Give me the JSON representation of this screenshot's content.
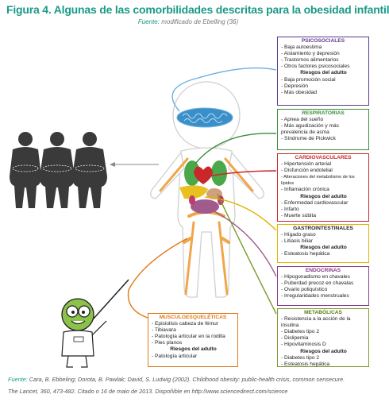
{
  "title": "Figura 4. Algunas de las comorbilidades descritas para la obesidad infantil",
  "subtitle": {
    "label": "Fuente:",
    "text": " modificado de Ebelling (36)"
  },
  "colors": {
    "psico": "#5a3a8c",
    "resp": "#3a8c3a",
    "cardio": "#c8282a",
    "gastro": "#e0b400",
    "endo": "#8a3a8c",
    "meta": "#7a9a2a",
    "musculo": "#e07a1a",
    "teal": "#1a9a86"
  },
  "boxes": {
    "psico": {
      "header": "PSICOSOCIALES",
      "items": [
        "Baja autoestima",
        "Aislamiento y depresión",
        "Trastornos alimentarios",
        "Otros factores psicosociales"
      ],
      "risk_label": "Riesgos del adulto",
      "risk_items": [
        "Baja promoción social",
        "Depresión",
        "Más obesidad"
      ]
    },
    "resp": {
      "header": "RESPIRATORIAS",
      "items": [
        "Apnea del sueño",
        "Más agudización y más prevalencia de asma",
        "Síndrome de Pickwick"
      ]
    },
    "cardio": {
      "header": "CARDIOVASCULARES",
      "items": [
        "Hipertensión arterial",
        "Disfunción endotelial",
        "Alteraciones del metabolismo de los lípidos",
        "Inflamación crónica"
      ],
      "risk_label": "Riesgos del adulto",
      "risk_items": [
        "Enfermedad cardiovascular",
        "Infarto",
        "Muerte súbita"
      ]
    },
    "gastro": {
      "header": "GASTROINTESTINALES",
      "items": [
        "Hígado graso",
        "Litiasis biliar"
      ],
      "risk_label": "Riesgos del adulto",
      "risk_items": [
        "Esteatosis hepática"
      ]
    },
    "endo": {
      "header": "ENDOCRINAS",
      "items": [
        "Hipogonadismo en chavales",
        "Puberdad precoz en chavalas",
        "Ovario poliquístico",
        "Irregularidades menstruales"
      ]
    },
    "meta": {
      "header": "METABÓLICAS",
      "items": [
        "Resistencia a la acción de la insulina",
        "Diabetes tipo 2",
        "Dislipemia",
        "Hipovitaminosis D"
      ],
      "risk_label": "Riesgos del adulto",
      "risk_items": [
        "Diabetes tipo 2",
        "Esteatosis hepática"
      ]
    },
    "musculo": {
      "header": "MUSCULOESQUELÉTICAS",
      "items": [
        "Episiolisis cabeza de fémur",
        "Tibiavara",
        "Patología articular en la rodilla",
        "Pies planos"
      ],
      "risk_label": "Riesgos del adulto",
      "risk_items": [
        "Patología articular"
      ]
    }
  },
  "footer": {
    "label": "Fuente:",
    "line1": " Cara, B. Ebbeling; Dorota, B. Pawlak; David, S. Ludwig (2002). Childhood obesity: public-health crisis, common sensecure.",
    "line2": "The Lancet, 360, 473-482. Citado o 16 de maio de 2013. Dispoñible en http://www.sciencedirect.com/science"
  }
}
